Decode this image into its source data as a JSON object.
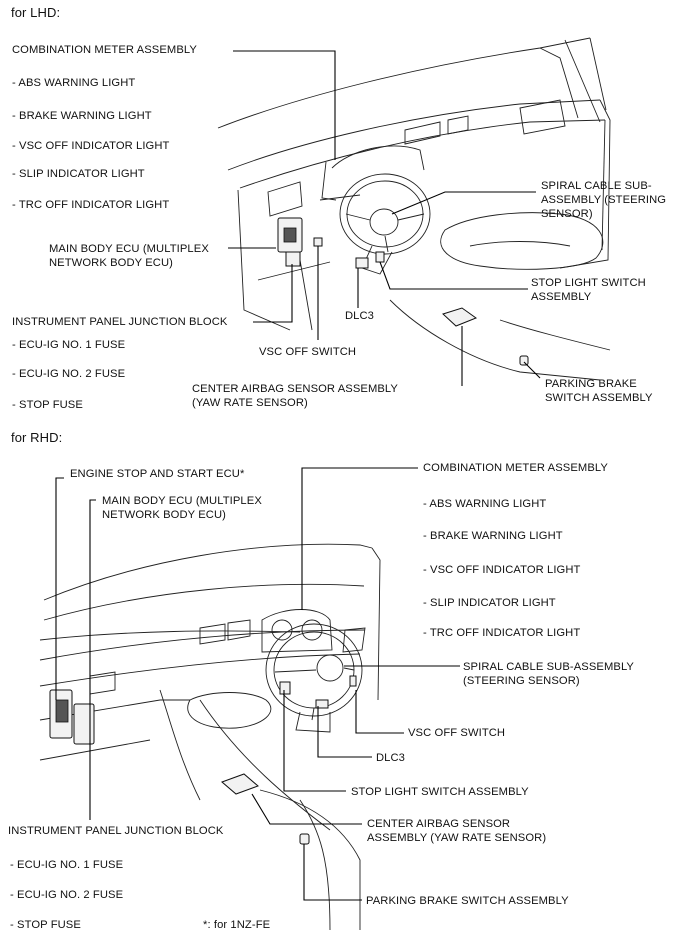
{
  "lhd": {
    "heading": "for LHD:",
    "combination_meter": "COMBINATION METER ASSEMBLY",
    "meter_items": [
      "- ABS WARNING LIGHT",
      "- BRAKE WARNING LIGHT",
      "- VSC OFF INDICATOR LIGHT",
      "- SLIP INDICATOR LIGHT",
      "- TRC OFF INDICATOR LIGHT"
    ],
    "main_body_ecu": [
      "MAIN BODY ECU (MULTIPLEX",
      "NETWORK BODY ECU)"
    ],
    "junction_block": "INSTRUMENT PANEL JUNCTION BLOCK",
    "fuses": [
      "- ECU-IG NO. 1 FUSE",
      "- ECU-IG NO. 2 FUSE",
      "- STOP FUSE"
    ],
    "vsc_off_switch": "VSC OFF SWITCH",
    "dlc3": "DLC3",
    "spiral_cable": [
      "SPIRAL CABLE SUB-",
      "ASSEMBLY (STEERING",
      "SENSOR)"
    ],
    "stop_light_switch": [
      "STOP LIGHT SWITCH",
      "ASSEMBLY"
    ],
    "center_airbag": [
      "CENTER AIRBAG SENSOR ASSEMBLY",
      "(YAW RATE SENSOR)"
    ],
    "parking_brake": [
      "PARKING BRAKE",
      "SWITCH ASSEMBLY"
    ]
  },
  "rhd": {
    "heading": "for RHD:",
    "engine_stop_start_ecu": "ENGINE STOP AND START ECU*",
    "main_body_ecu": [
      "MAIN BODY ECU (MULTIPLEX",
      "NETWORK BODY ECU)"
    ],
    "combination_meter": "COMBINATION METER ASSEMBLY",
    "meter_items": [
      "- ABS WARNING LIGHT",
      "- BRAKE WARNING LIGHT",
      "- VSC OFF INDICATOR LIGHT",
      "- SLIP INDICATOR LIGHT",
      "- TRC OFF INDICATOR LIGHT"
    ],
    "spiral_cable": [
      "SPIRAL CABLE SUB-ASSEMBLY",
      "(STEERING SENSOR)"
    ],
    "vsc_off_switch": "VSC OFF SWITCH",
    "dlc3": "DLC3",
    "stop_light_switch": "STOP LIGHT SWITCH ASSEMBLY",
    "junction_block": "INSTRUMENT PANEL JUNCTION BLOCK",
    "center_airbag": [
      "CENTER AIRBAG SENSOR",
      "ASSEMBLY (YAW RATE SENSOR)"
    ],
    "fuses": [
      "- ECU-IG NO. 1 FUSE",
      "- ECU-IG NO. 2 FUSE",
      "- STOP FUSE"
    ],
    "parking_brake": "PARKING BRAKE SWITCH ASSEMBLY",
    "footnote": "*: for 1NZ-FE"
  }
}
